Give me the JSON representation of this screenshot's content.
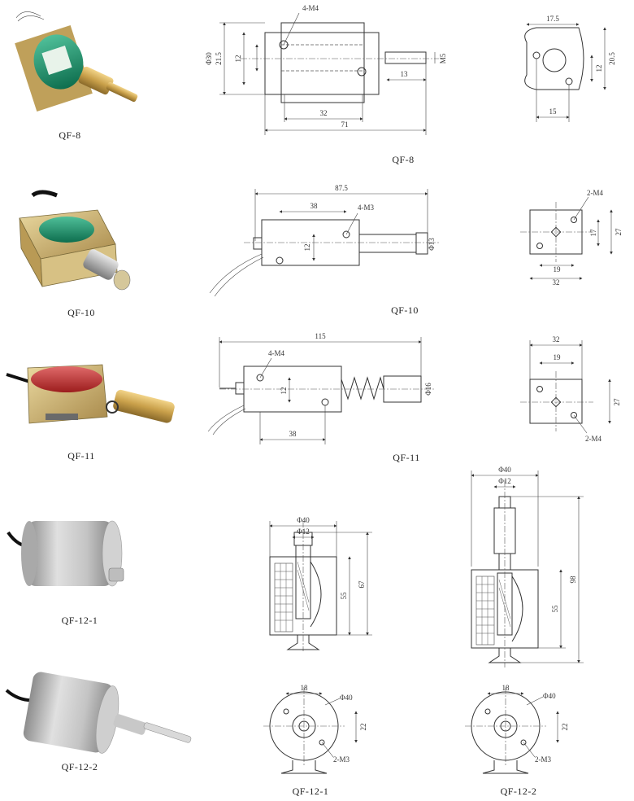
{
  "products": [
    {
      "model": "QF-8"
    },
    {
      "model": "QF-10"
    },
    {
      "model": "QF-11"
    },
    {
      "model": "QF-12-1"
    },
    {
      "model": "QF-12-2"
    }
  ],
  "drawings": {
    "qf8": {
      "caption": "QF-8",
      "dims": {
        "dia": "Φ30",
        "h21": "21.5",
        "h12": "12",
        "hole": "4-M4",
        "m5": "M5",
        "d13": "13",
        "d32": "32",
        "d71": "71",
        "s175": "17.5",
        "s205": "20.5",
        "s12": "12",
        "s15": "15"
      }
    },
    "qf10": {
      "caption": "QF-10",
      "dims": {
        "d875": "87.5",
        "d38": "38",
        "hole": "4-M3",
        "h12": "12",
        "dia": "Φ13",
        "hole2": "2-M4",
        "h27": "27",
        "h17": "17",
        "d19": "19",
        "d32": "32"
      }
    },
    "qf11": {
      "caption": "QF-11",
      "dims": {
        "d115": "115",
        "hole": "4-M4",
        "h12": "12",
        "dia": "Φ16",
        "d38": "38",
        "d32": "32",
        "d19": "19",
        "h27": "27",
        "hole2": "2-M4"
      }
    },
    "qf121": {
      "caption": "QF-12-1",
      "dims": {
        "d40": "Φ40",
        "d12": "Φ12",
        "h55": "55",
        "h67": "67",
        "d18": "18",
        "d40b": "Φ40",
        "h22": "22",
        "hole": "2-M3"
      }
    },
    "qf122": {
      "caption": "QF-12-2",
      "dims": {
        "d40": "Φ40",
        "d12": "Φ12",
        "h98": "98",
        "h55": "55",
        "d18": "18",
        "d40b": "Φ40",
        "h22": "22",
        "hole": "2-M3"
      }
    }
  }
}
